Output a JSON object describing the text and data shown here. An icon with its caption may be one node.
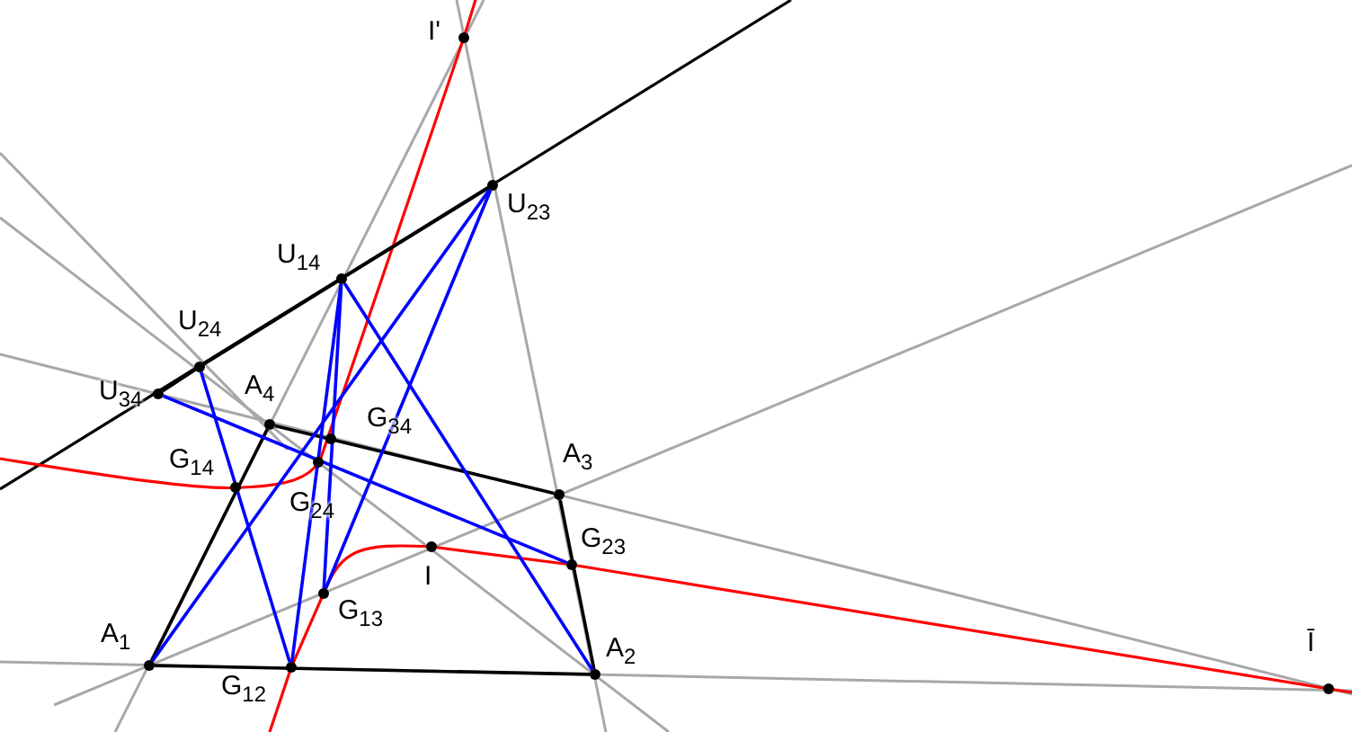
{
  "diagram": {
    "nodes": [
      {
        "text": [
          "I'"
        ]
      },
      {
        "text": [
          "U$_{23}$"
        ]
      },
      {
        "text": [
          "U$_{14}$"
        ]
      },
      {
        "text": [
          "U$_{24}$"
        ]
      },
      {
        "text": [
          "U$_{34}$"
        ]
      },
      {
        "text": [
          "A$_{4}$"
        ]
      },
      {
        "text": [
          "G$_{34}$"
        ]
      },
      {
        "text": [
          "G$_{24}$"
        ]
      },
      {
        "text": [
          "G$_{14}$"
        ]
      },
      {
        "text": [
          "A$_{3}$"
        ]
      },
      {
        "text": [
          "I"
        ]
      },
      {
        "text": [
          "G$_{23}$"
        ]
      },
      {
        "text": [
          "G$_{13}$"
        ]
      },
      {
        "text": [
          "A$_{1}$"
        ]
      },
      {
        "text": [
          "G$_{12}$"
        ]
      },
      {
        "text": [
          "A$_{2}$"
        ]
      },
      {
        "text": [
          "Ī"
        ]
      }
    ],
    "edges": [
      {
        "from": 13,
        "to": 15,
        "arrow": "none",
        "color": "#000000"
      },
      {
        "from": 15,
        "to": 9,
        "arrow": "none",
        "color": "#000000"
      },
      {
        "from": 9,
        "to": 5,
        "arrow": "none",
        "color": "#000000"
      },
      {
        "from": 5,
        "to": 13,
        "arrow": "none",
        "color": "#000000"
      },
      {
        "from": 4,
        "to": 3,
        "arrow": "none",
        "color": "#000000"
      },
      {
        "from": 3,
        "to": 2,
        "arrow": "none",
        "color": "#000000"
      },
      {
        "from": 2,
        "to": 1,
        "arrow": "none",
        "color": "#000000"
      },
      {
        "from": 4,
        "to": 11,
        "arrow": "none",
        "color": "#0000ff"
      },
      {
        "from": 3,
        "to": 14,
        "arrow": "none",
        "color": "#0000ff"
      },
      {
        "from": 2,
        "to": 14,
        "arrow": "none",
        "color": "#0000ff"
      },
      {
        "from": 2,
        "to": 12,
        "arrow": "none",
        "color": "#0000ff"
      },
      {
        "from": 2,
        "to": 15,
        "arrow": "none",
        "color": "#0000ff"
      },
      {
        "from": 1,
        "to": 13,
        "arrow": "none",
        "color": "#0000ff"
      },
      {
        "from": 1,
        "to": 12,
        "arrow": "none",
        "color": "#0000ff"
      }
    ]
  }
}
